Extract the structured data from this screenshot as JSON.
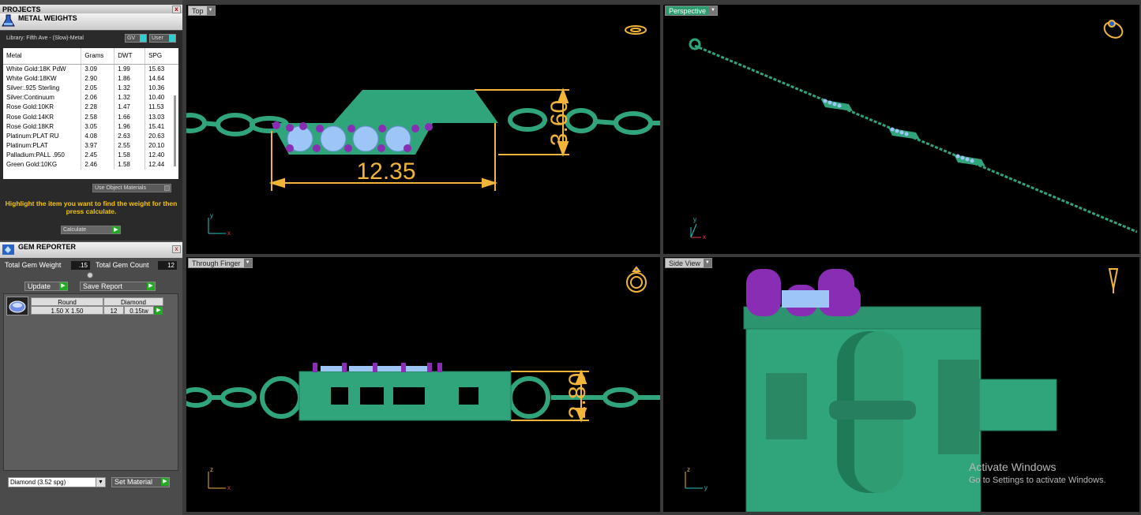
{
  "projects": {
    "title": "PROJECTS",
    "close": "x"
  },
  "metal_weights": {
    "title": "METAL WEIGHTS",
    "library": "Library: Fifth Ave - (Slow)-Metal",
    "gv": "GV",
    "user": "User",
    "columns": [
      "Metal",
      "Grams",
      "DWT",
      "SPG"
    ],
    "rows": [
      [
        "White Gold:18K PdW",
        "3.09",
        "1.99",
        "15.63"
      ],
      [
        "White Gold:18KW",
        "2.90",
        "1.86",
        "14.64"
      ],
      [
        "Silver:.925 Sterling",
        "2.05",
        "1.32",
        "10.36"
      ],
      [
        "Silver:Continuum",
        "2.06",
        "1.32",
        "10.40"
      ],
      [
        "Rose Gold:10KR",
        "2.28",
        "1.47",
        "11.53"
      ],
      [
        "Rose Gold:14KR",
        "2.58",
        "1.66",
        "13.03"
      ],
      [
        "Rose Gold:18KR",
        "3.05",
        "1.96",
        "15.41"
      ],
      [
        "Platinum:PLAT RU",
        "4.08",
        "2.63",
        "20.63"
      ],
      [
        "Platinum:PLAT",
        "3.97",
        "2.55",
        "20.10"
      ],
      [
        "Palladium:PALL .950",
        "2.45",
        "1.58",
        "12.40"
      ],
      [
        "Green Gold:10KG",
        "2.46",
        "1.58",
        "12.44"
      ]
    ],
    "use_object": "Use Object Materials",
    "hint": "Highlight the item you want to find the weight for then press calculate.",
    "calculate": "Calculate"
  },
  "gem_reporter": {
    "title": "GEM REPORTER",
    "total_weight_label": "Total Gem Weight",
    "total_weight": ".15",
    "total_count_label": "Total Gem Count",
    "total_count": "12",
    "update": "Update",
    "save": "Save Report",
    "gem": {
      "shape": "Round",
      "type": "Diamond",
      "size": "1.50 X 1.50",
      "count": "12",
      "weight": "0.15tw"
    },
    "material": "Diamond    (3.52 spg)",
    "set_material": "Set Material"
  },
  "viewports": {
    "top": "Top",
    "perspective": "Perspective",
    "finger": "Through Finger",
    "side": "Side View"
  },
  "dims": {
    "width": "12.35",
    "height_top": "3.60",
    "height_finger": "2.80"
  },
  "watermark": {
    "line1": "Activate Windows",
    "line2": "Go to Settings to activate Windows."
  },
  "colors": {
    "metal": "#30a57c",
    "gem": "#9dc5f5",
    "prong": "#8a2db5",
    "dim": "#f2b53a"
  }
}
